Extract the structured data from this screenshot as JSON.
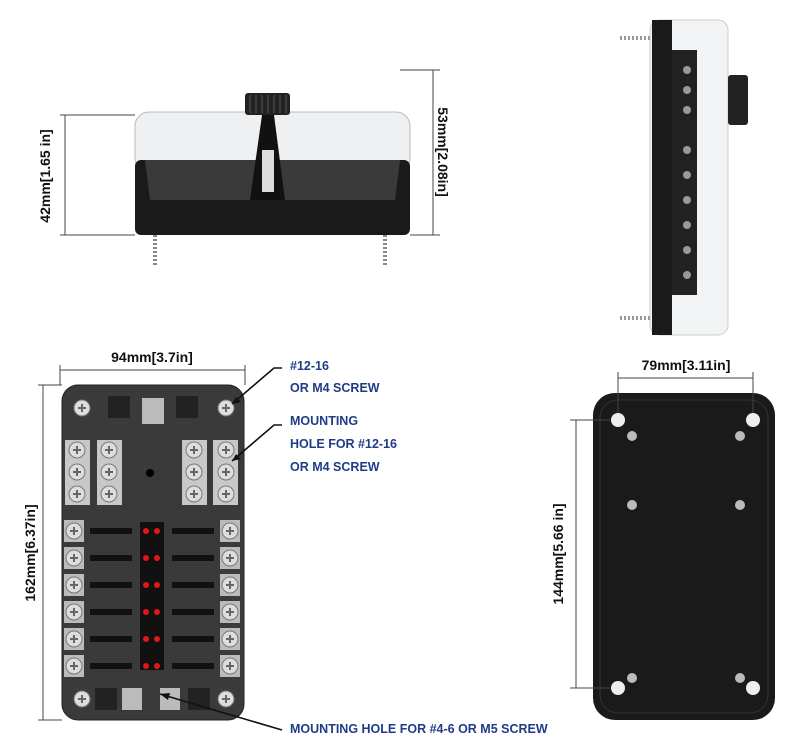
{
  "dimensions": {
    "side_height": "42mm[1.65 in]",
    "side_total_height": "53mm[2.08in]",
    "top_width": "94mm[3.7in]",
    "top_height": "162mm[6.37in]",
    "back_hole_width": "79mm[3.11in]",
    "back_hole_height": "144mm[5.66 in]"
  },
  "callouts": {
    "screw_line1": "#12-16",
    "screw_line2": "OR M4 SCREW",
    "mount_line1": "MOUNTING",
    "mount_line2": "HOLE FOR #12-16",
    "mount_line3": "OR M4 SCREW",
    "bottom_mount": "MOUNTING HOLE FOR #4-6 OR M5 SCREW"
  },
  "colors": {
    "callout": "#1f3c86",
    "led": "#e01818",
    "body": "#1a1a1a"
  }
}
